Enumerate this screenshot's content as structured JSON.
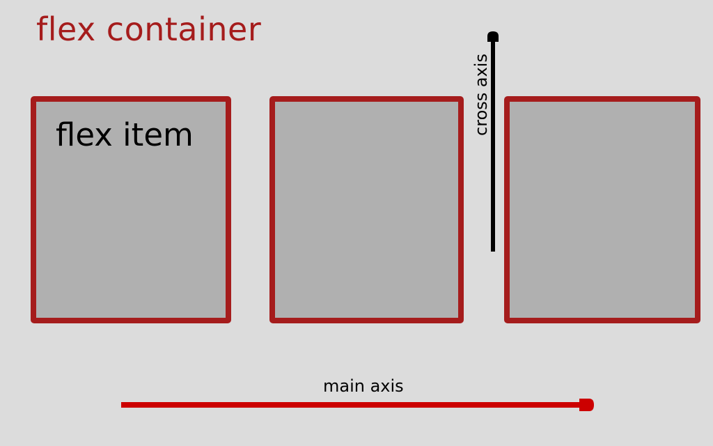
{
  "container": {
    "title": "flex container"
  },
  "items": [
    {
      "label": "flex item"
    },
    {
      "label": ""
    },
    {
      "label": ""
    }
  ],
  "axes": {
    "main": {
      "label": "main axis",
      "color": "#cc0000"
    },
    "cross": {
      "label": "cross axis",
      "color": "#000000"
    }
  },
  "colors": {
    "background": "#dcdcdc",
    "item_fill": "#b0b0b0",
    "item_border": "#a51c1c",
    "title": "#a51c1c"
  }
}
